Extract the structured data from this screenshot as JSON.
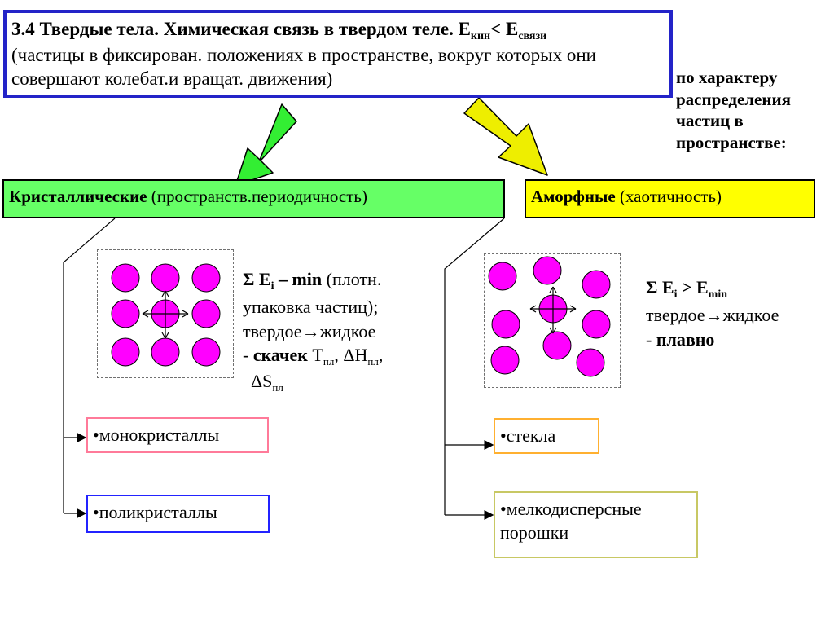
{
  "title": {
    "heading": "3.4 Твердые тела. Химическая связь в твердом теле. ",
    "e_kin": "Е",
    "e_kin_sub": "кин",
    "lt": "< ",
    "e_bond": "Е",
    "e_bond_sub": "связи",
    "explanation": "(частицы в фиксирован. положениях в пространстве, вокруг которых они совершают колебат.и вращат. движения)"
  },
  "criterion": "по характеру распределения частиц в пространстве:",
  "crystalline": {
    "name": "Кристаллические",
    "note": " (пространств.периодичность)",
    "energy": {
      "sum": "Σ E",
      "i": "i",
      "rest": " – min",
      "packing": " (плотн. упаковка частиц);",
      "transition": "твердое→жидкое",
      "dash": "- ",
      "jump": "скачек",
      "t": " T",
      "t_sub": "пл",
      "h": ", ΔH",
      "h_sub": "пл",
      "h_end": ",",
      "s": "ΔS",
      "s_sub": "пл"
    },
    "kinds": [
      "•монокристаллы",
      "•поликристаллы"
    ]
  },
  "amorphous": {
    "name": "Аморфные",
    "note": " (хаотичность)",
    "energy": {
      "sum": "Σ E",
      "i": "i",
      "gt": " > E",
      "min": "min",
      "transition": "твердое→жидкое",
      "dash": "- ",
      "smooth": "плавно"
    },
    "kinds": [
      "•стекла",
      "•мелкодисперсные порошки"
    ]
  },
  "colors": {
    "title_border": "#2323c8",
    "crystal_fill": "#66ff66",
    "amorph_fill": "#ffff00",
    "green_arrow": "#33ee33",
    "yellow_arrow": "#eeee00",
    "particle": "#ff00ff",
    "mono_border": "#ff7a99",
    "poly_border": "#2323ff",
    "glass_border": "#ffb030",
    "powder_border": "#c8c864"
  },
  "icons": [
    "green-arrow-down-left",
    "yellow-arrow-down-right",
    "crystal-lattice",
    "amorphous-structure"
  ]
}
